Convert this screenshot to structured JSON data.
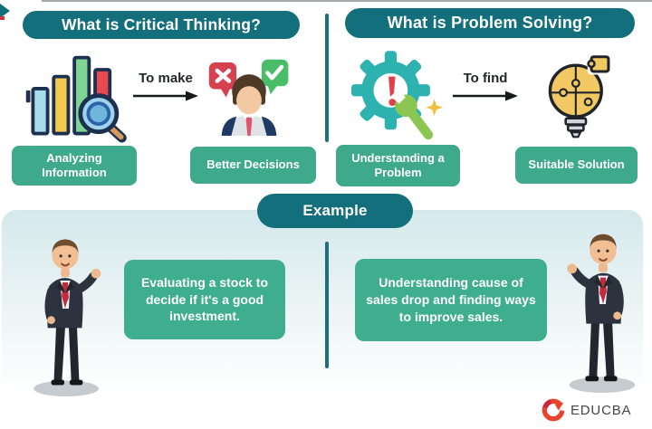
{
  "brand": {
    "name": "EDUCBA"
  },
  "critical_thinking": {
    "title": "What is Critical Thinking?",
    "connector_label": "To make",
    "input_badge": "Analyzing Information",
    "output_badge": "Better Decisions",
    "input_icon": "bar-chart-magnifier-icon",
    "output_icon": "person-decision-bubbles-icon"
  },
  "problem_solving": {
    "title": "What is Problem Solving?",
    "connector_label": "To find",
    "input_badge": "Understanding a Problem",
    "output_badge": "Suitable Solution",
    "input_icon": "gear-wrench-alert-icon",
    "output_icon": "puzzle-lightbulb-icon"
  },
  "example": {
    "title": "Example",
    "critical_thinking_example": "Evaluating a stock to decide if it's a good investment.",
    "problem_solving_example": "Understanding cause of sales drop and finding ways to improve sales."
  },
  "colors": {
    "teal_header": "#136f7b",
    "divider_teal": "#1e6f7e",
    "green_badge": "#3fa98c",
    "green_example_box": "#3fae8e",
    "bottom_panel_top": "#d5e9ec",
    "red_bubble": "#d6404f",
    "green_bubble": "#49bd68",
    "educba_red": "#e8432e"
  }
}
